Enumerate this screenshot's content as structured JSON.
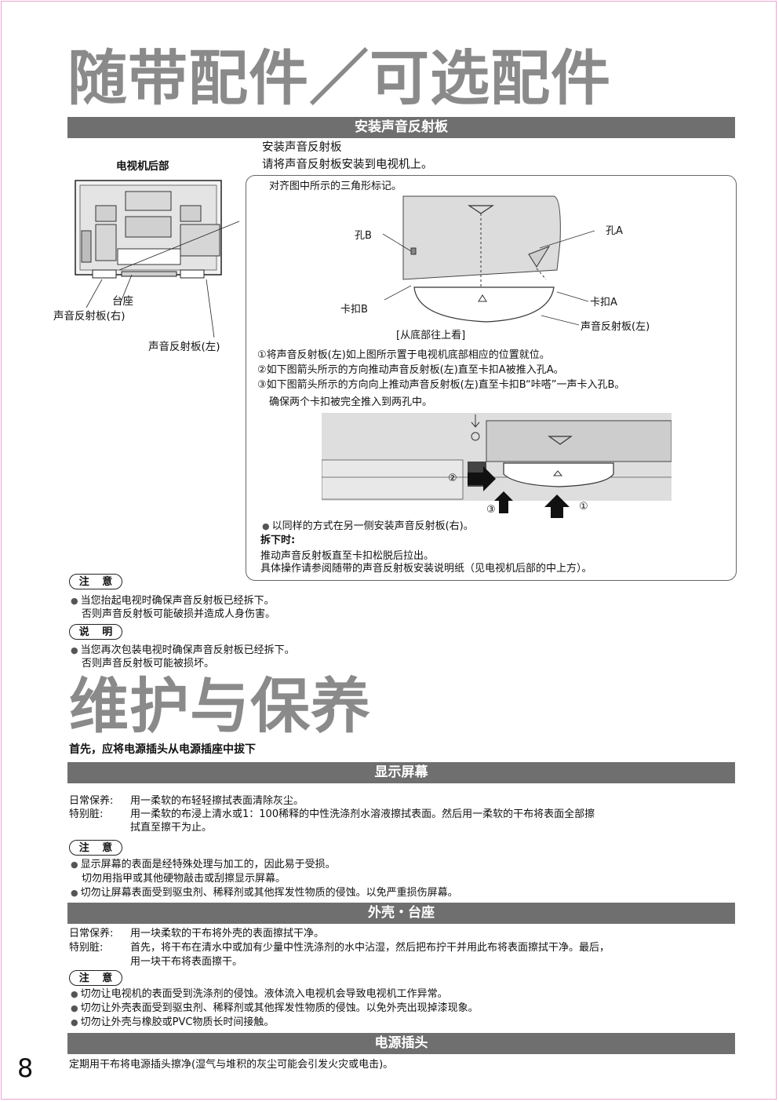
{
  "page": {
    "title_accessories": "随带配件／可选配件",
    "title_maintenance": "维护与保养",
    "page_number": "8"
  },
  "section_reflector": {
    "bar_title": "安装声音反射板",
    "heading_1": "安装声音反射板",
    "heading_2": "请将声音反射板安装到电视机上。",
    "tv_rear_label": "电视机后部",
    "label_stand": "台座",
    "label_reflector_right": "声音反射板(右)",
    "label_reflector_left": "声音反射板(左)",
    "align_note": "对齐图中所示的三角形标记。",
    "label_hole_b": "孔B",
    "label_hole_a": "孔A",
    "label_clip_b": "卡扣B",
    "label_clip_a": "卡扣A",
    "label_reflector_left_2": "声音反射板(左)",
    "bottom_view": "[从底部往上看]",
    "step1": "将声音反射板(左)如上图所示置于电视机底部相应的位置就位。",
    "step2": "如下图箭头所示的方向推动声音反射板(左)直至卡扣A被推入孔A。",
    "step3": "如下图箭头所示的方向向上推动声音反射板(左)直至卡扣B“咔嗒”一声卡入孔B。",
    "step3_cont": "确保两个卡扣被完全推入到两孔中。",
    "num1": "①",
    "num2": "②",
    "num3": "③",
    "same_way": "以同样的方式在另一侧安装声音反射板(右)。",
    "removal_heading": "拆下时:",
    "removal_1": "推动声音反射板直至卡扣松脱后拉出。",
    "removal_2": "具体操作请参阅随带的声音反射板安装说明纸（见电视机后部的中上方）。",
    "caution_label": "注 意",
    "caution_1": "当您抬起电视时确保声音反射板已经拆下。",
    "caution_2": "否则声音反射板可能破损并造成人身伤害。",
    "note_label": "说 明",
    "note_1": "当您再次包装电视时确保声音反射板已经拆下。",
    "note_2": "否则声音反射板可能被损坏。"
  },
  "section_maintenance": {
    "first_note": "首先，应将电源插头从电源插座中拔下",
    "display": {
      "bar_title": "显示屏幕",
      "daily_label": "日常保养:",
      "daily_text": "用一柔软的布轻轻擦拭表面清除灰尘。",
      "dirty_label": "特别脏:",
      "dirty_text_1": "用一柔软的布浸上清水或1：100稀释的中性洗涤剂水溶液擦拭表面。然后用一柔软的干布将表面全部擦",
      "dirty_text_2": "拭直至擦干为止。",
      "caution_label": "注 意",
      "caution_1": "显示屏幕的表面是经特殊处理与加工的，因此易于受损。",
      "caution_1b": "切勿用指甲或其他硬物敲击或刮擦显示屏幕。",
      "caution_2": "切勿让屏幕表面受到驱虫剂、稀释剂或其他挥发性物质的侵蚀。以免严重损伤屏幕。"
    },
    "cabinet": {
      "bar_title": "外壳・台座",
      "daily_label": "日常保养:",
      "daily_text": "用一块柔软的干布将外壳的表面擦拭干净。",
      "dirty_label": "特别脏:",
      "dirty_text_1": "首先，将干布在清水中或加有少量中性洗涤剂的水中沾湿，然后把布拧干并用此布将表面擦拭干净。最后，",
      "dirty_text_2": "用一块干布将表面擦干。",
      "caution_label": "注 意",
      "caution_1": "切勿让电视机的表面受到洗涤剂的侵蚀。液体流入电视机会导致电视机工作异常。",
      "caution_2": "切勿让外壳表面受到驱虫剂、稀释剂或其他挥发性物质的侵蚀。以免外壳出现掉漆现象。",
      "caution_3": "切勿让外壳与橡胶或PVC物质长时间接触。"
    },
    "plug": {
      "bar_title": "电源插头",
      "text": "定期用干布将电源插头擦净(湿气与堆积的灰尘可能会引发火灾或电击)。"
    }
  }
}
